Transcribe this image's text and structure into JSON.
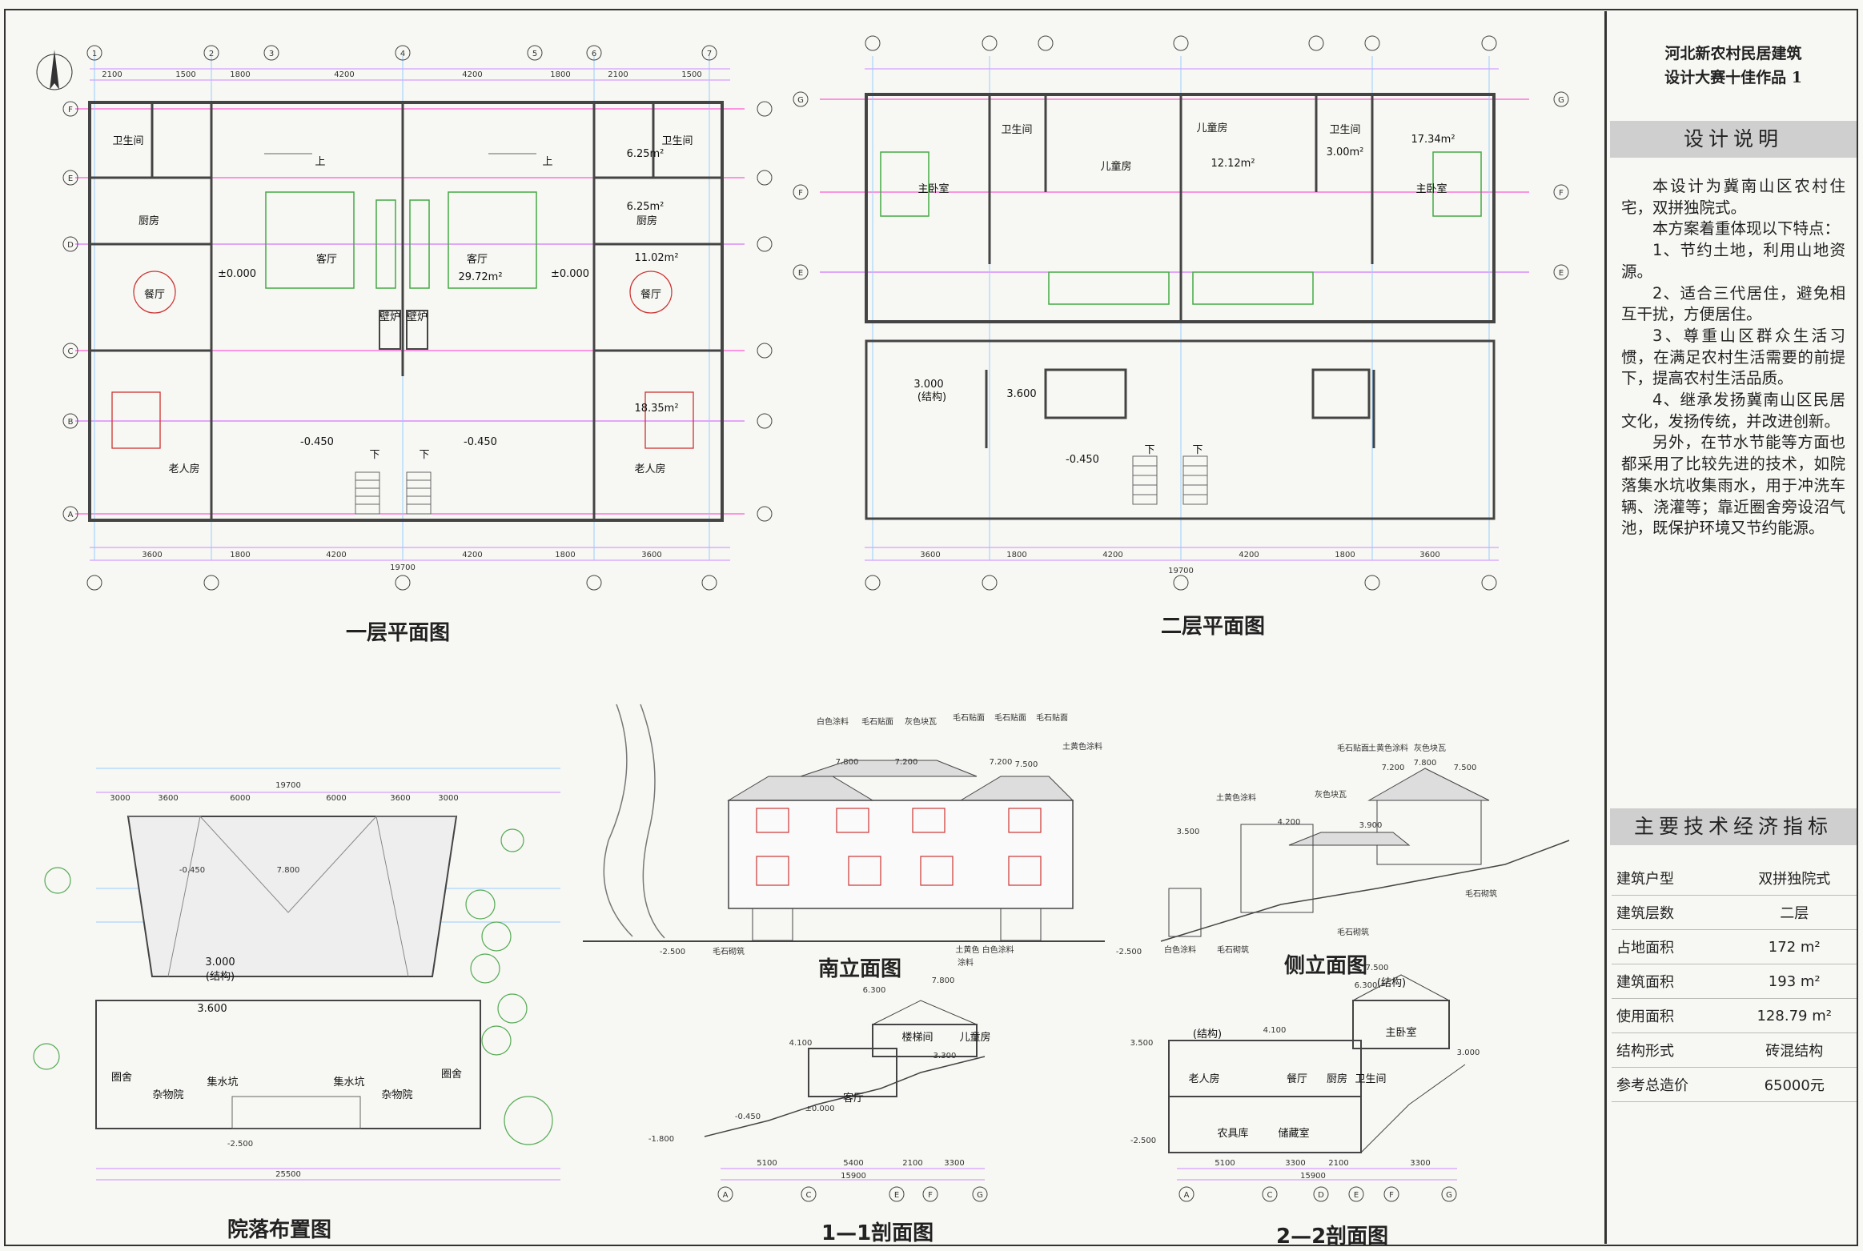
{
  "sheet": {
    "title_line1": "河北新农村民居建筑",
    "title_line2": "设计大赛十佳作品 1",
    "section_description": "设计说明",
    "description": [
      "本设计为冀南山区农村住宅，双拼独院式。",
      "本方案着重体现以下特点：",
      "1、节约土地，利用山地资源。",
      "2、适合三代居住，避免相互干扰，方便居住。",
      "3、尊重山区群众生活习惯，在满足农村生活需要的前提下，提高农村生活品质。",
      "4、继承发扬冀南山区民居文化，发扬传统，并改进创新。",
      "另外，在节水节能等方面也都采用了比较先进的技术，如院落集水坑收集雨水，用于冲洗车辆、浇灌等；靠近圈舍旁设沼气池，既保护环境又节约能源。"
    ],
    "section_specs": "主要技术经济指标",
    "specs": [
      {
        "label": "建筑户型",
        "value": "双拼独院式"
      },
      {
        "label": "建筑层数",
        "value": "二层"
      },
      {
        "label": "占地面积",
        "value": "172 m²"
      },
      {
        "label": "建筑面积",
        "value": "193 m²"
      },
      {
        "label": "使用面积",
        "value": "128.79 m²"
      },
      {
        "label": "结构形式",
        "value": "砖混结构"
      },
      {
        "label": "参考总造价",
        "value": "65000元"
      }
    ]
  },
  "drawings": {
    "plan1_title": "一层平面图",
    "plan2_title": "二层平面图",
    "site_title": "院落布置图",
    "south_title": "南立面图",
    "side_title": "侧立面图",
    "sec1_title": "1—1剖面图",
    "sec2_title": "2—2剖面图"
  },
  "plan1": {
    "rooms": [
      "卫生间",
      "厨房",
      "餐厅",
      "客厅",
      "壁炉",
      "老人房",
      "6.25m²",
      "29.72m²",
      "11.02m²",
      "18.35m²",
      "±0.000",
      "-0.450",
      "下",
      "上"
    ],
    "dims_top": [
      "2100",
      "1500",
      "1800",
      "4200",
      "4200",
      "1800",
      "2100",
      "1500"
    ],
    "dims_bottom": [
      "3600",
      "1800",
      "4200",
      "4200",
      "1800",
      "3600"
    ],
    "total": "19700",
    "axes_h": [
      "1",
      "2",
      "3",
      "4",
      "5",
      "6",
      "7"
    ],
    "axes_v": [
      "F",
      "E",
      "D",
      "C",
      "B",
      "A"
    ]
  },
  "plan2": {
    "rooms": [
      "卫生间",
      "主卧室",
      "儿童房",
      "12.12m²",
      "3.00m²",
      "17.34m²",
      "3.000",
      "3.600",
      "(结构)",
      "-0.450",
      "下"
    ],
    "dims_bottom": [
      "3600",
      "1800",
      "4200",
      "4200",
      "1800",
      "3600"
    ],
    "total": "19700",
    "axes_v": [
      "G",
      "F",
      "E"
    ]
  },
  "site": {
    "labels": [
      "圈舍",
      "杂物院",
      "集水坑",
      "3.000",
      "(结构)",
      "3.600",
      "-0.450",
      "7.800",
      "-2.500"
    ],
    "dims_top": [
      "19700",
      "3000",
      "3600",
      "6000",
      "6000",
      "3600",
      "3000"
    ],
    "total": "25500"
  },
  "south": {
    "labels": [
      "白色涂料",
      "毛石贴面",
      "灰色块瓦",
      "毛石贴面",
      "毛石贴面",
      "毛石贴面",
      "土黄色涂料",
      "毛石砌筑",
      "土黄色 白色涂料",
      "涂料",
      "7.800",
      "7.200",
      "7.200",
      "7.500",
      "-2.500"
    ]
  },
  "side": {
    "labels": [
      "毛石贴面",
      "土黄色涂料",
      "灰色块瓦",
      "土黄色涂料",
      "灰色块瓦",
      "毛石砌筑",
      "毛石砌筑",
      "白色涂料",
      "毛石砌筑",
      "7.800",
      "7.200",
      "7.500",
      "3.500",
      "4.200",
      "3.900",
      "-2.500"
    ]
  },
  "section1": {
    "labels": [
      "楼梯间",
      "儿童房",
      "客厅",
      "6.300",
      "7.800",
      "4.100",
      "3.300",
      "±0.000",
      "-0.450",
      "-1.800"
    ],
    "dims": [
      "5100",
      "5400",
      "2100",
      "3300"
    ],
    "total": "15900",
    "axes": [
      "A",
      "C",
      "E",
      "F",
      "G"
    ]
  },
  "section2": {
    "labels": [
      "主卧室",
      "(结构)",
      "(结构)",
      "老人房",
      "餐厅",
      "厨房",
      "卫生间",
      "农具库",
      "储藏室",
      "7.500",
      "6.300",
      "4.100",
      "3.500",
      "3.000",
      "-2.500"
    ],
    "dims": [
      "5100",
      "3300",
      "2100",
      "3300"
    ],
    "total": "15900",
    "axes": [
      "A",
      "C",
      "D",
      "E",
      "F",
      "G"
    ]
  }
}
